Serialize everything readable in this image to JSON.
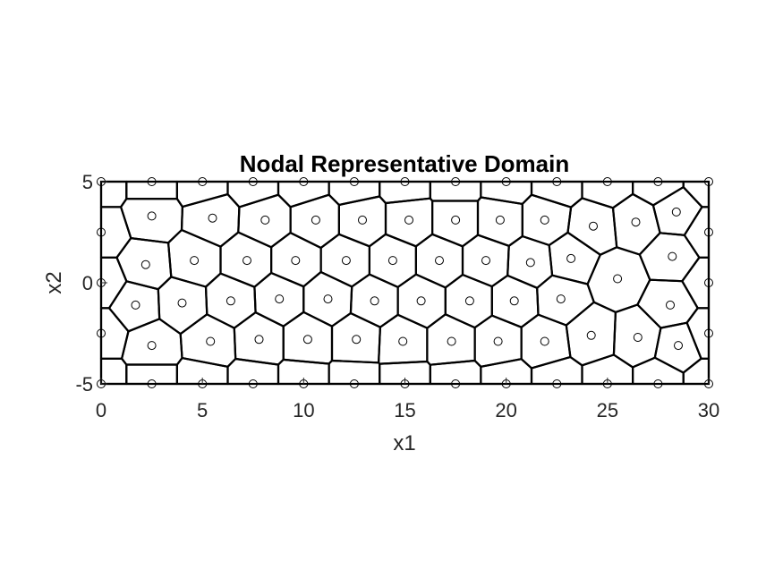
{
  "chart_data": {
    "type": "scatter",
    "title": "Nodal Representative Domain",
    "xlabel": "x1",
    "ylabel": "x2",
    "xlim": [
      0,
      30
    ],
    "ylim": [
      -5,
      5
    ],
    "xticks": [
      0,
      5,
      10,
      15,
      20,
      25,
      30
    ],
    "yticks": [
      -5,
      0,
      5
    ],
    "xtick_labels": [
      "0",
      "5",
      "10",
      "15",
      "20",
      "25",
      "30"
    ],
    "ytick_labels": [
      "-5",
      "0",
      "5"
    ],
    "grid": false,
    "marker": "open-circle",
    "series": [
      {
        "points": [
          [
            0,
            5
          ],
          [
            2.5,
            5
          ],
          [
            5,
            5
          ],
          [
            7.5,
            5
          ],
          [
            10,
            5
          ],
          [
            12.5,
            5
          ],
          [
            15,
            5
          ],
          [
            17.5,
            5
          ],
          [
            20,
            5
          ],
          [
            22.5,
            5
          ],
          [
            25,
            5
          ],
          [
            27.5,
            5
          ],
          [
            30,
            5
          ],
          [
            0,
            -5
          ],
          [
            2.5,
            -5
          ],
          [
            5,
            -5
          ],
          [
            7.5,
            -5
          ],
          [
            10,
            -5
          ],
          [
            12.5,
            -5
          ],
          [
            15,
            -5
          ],
          [
            17.5,
            -5
          ],
          [
            20,
            -5
          ],
          [
            22.5,
            -5
          ],
          [
            25,
            -5
          ],
          [
            27.5,
            -5
          ],
          [
            30,
            -5
          ],
          [
            0,
            2.5
          ],
          [
            0,
            0
          ],
          [
            0,
            -2.5
          ],
          [
            30,
            2.5
          ],
          [
            30,
            0
          ],
          [
            30,
            -2.5
          ],
          [
            2.5,
            3.3
          ],
          [
            5.5,
            3.2
          ],
          [
            8.1,
            3.1
          ],
          [
            10.6,
            3.1
          ],
          [
            12.9,
            3.1
          ],
          [
            15.2,
            3.1
          ],
          [
            17.5,
            3.1
          ],
          [
            19.7,
            3.1
          ],
          [
            21.9,
            3.1
          ],
          [
            24.3,
            2.8
          ],
          [
            26.4,
            3.0
          ],
          [
            28.4,
            3.5
          ],
          [
            2.2,
            0.9
          ],
          [
            4.6,
            1.1
          ],
          [
            7.2,
            1.1
          ],
          [
            9.6,
            1.1
          ],
          [
            12.1,
            1.1
          ],
          [
            14.4,
            1.1
          ],
          [
            16.7,
            1.1
          ],
          [
            19.0,
            1.1
          ],
          [
            21.2,
            1.0
          ],
          [
            23.2,
            1.2
          ],
          [
            25.5,
            0.2
          ],
          [
            28.2,
            1.3
          ],
          [
            1.7,
            -1.1
          ],
          [
            4.0,
            -1.0
          ],
          [
            6.4,
            -0.9
          ],
          [
            8.8,
            -0.8
          ],
          [
            11.2,
            -0.8
          ],
          [
            13.5,
            -0.9
          ],
          [
            15.8,
            -0.9
          ],
          [
            18.2,
            -0.9
          ],
          [
            20.4,
            -0.9
          ],
          [
            22.7,
            -0.8
          ],
          [
            28.1,
            -1.1
          ],
          [
            2.5,
            -3.1
          ],
          [
            5.4,
            -2.9
          ],
          [
            7.8,
            -2.8
          ],
          [
            10.2,
            -2.8
          ],
          [
            12.6,
            -2.8
          ],
          [
            14.9,
            -2.9
          ],
          [
            17.3,
            -2.9
          ],
          [
            19.6,
            -2.9
          ],
          [
            21.9,
            -2.9
          ],
          [
            24.2,
            -2.6
          ],
          [
            26.5,
            -2.7
          ],
          [
            28.5,
            -3.1
          ]
        ]
      }
    ]
  }
}
